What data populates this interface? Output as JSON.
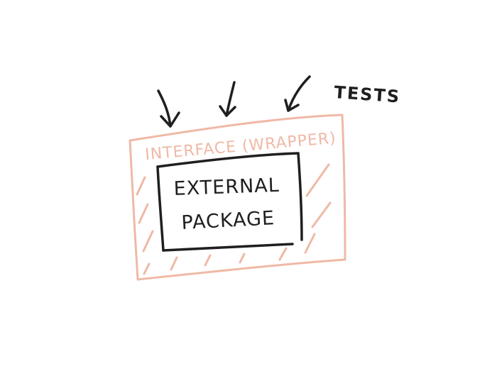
{
  "diagram": {
    "tests_label": "Tests",
    "wrapper_label": "Interface (wrapper)",
    "package_label_line1": "External",
    "package_label_line2": "package",
    "colors": {
      "ink": "#1f1f1f",
      "wrapper": "#efb9a6",
      "background": "#ffffff"
    }
  }
}
